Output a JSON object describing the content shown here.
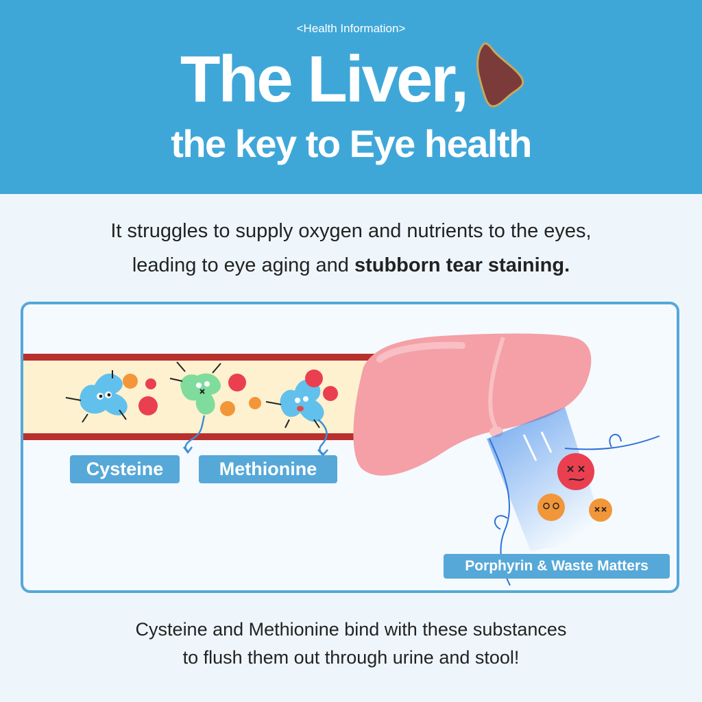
{
  "header": {
    "tag": "<Health Information>",
    "title": "The Liver,",
    "subtitle": "the key to Eye health"
  },
  "intro": {
    "line1": "It struggles to supply oxygen and nutrients to the eyes,",
    "line2_normal": "leading to eye aging and ",
    "line2_bold": "stubborn tear staining."
  },
  "diagram": {
    "labels": {
      "cysteine": "Cysteine",
      "methionine": "Methionine",
      "waste": "Porphyrin & Waste Matters"
    },
    "colors": {
      "vessel_wall": "#b8302e",
      "vessel_fill": "#fdf1cf",
      "liver": "#f4a0a6",
      "cysteine": "#62c0ec",
      "methionine": "#7fdc9c",
      "waste_red": "#ea3f4f",
      "waste_orange": "#f2963a",
      "label_bg": "#56a8d8"
    }
  },
  "footer": {
    "line1": "Cysteine and Methionine bind with these substances",
    "line2": "to flush them out through urine and stool!"
  }
}
